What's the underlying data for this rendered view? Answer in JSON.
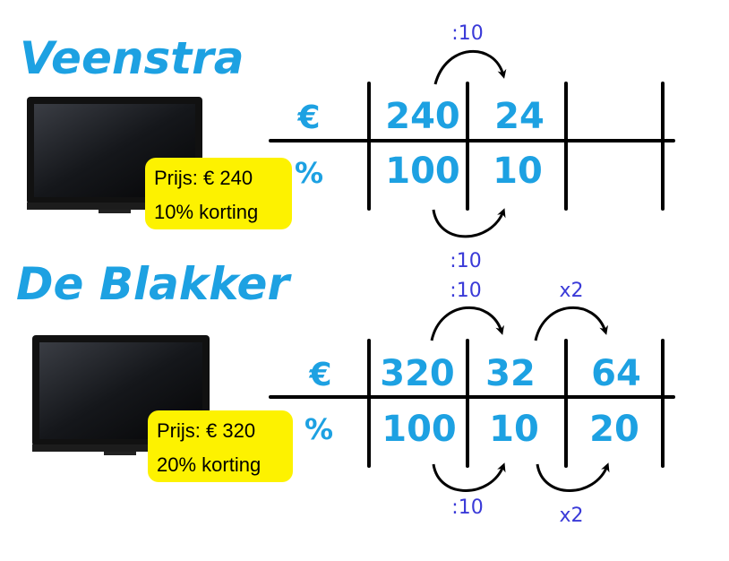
{
  "colors": {
    "blue_text": "#1da1e2",
    "operator_text": "#3a3ad8",
    "tag_bg": "#fdf200",
    "lines": "#000000"
  },
  "icons": [
    "tv-icon",
    "curved-arrow-icon"
  ],
  "stores": [
    {
      "name": "Veenstra",
      "tag": {
        "price": "Prijs: € 240",
        "discount": "10% korting"
      },
      "table": {
        "row_labels": [
          "€",
          "%"
        ],
        "euro": [
          "240",
          "24",
          ""
        ],
        "percent": [
          "100",
          "10",
          ""
        ]
      },
      "ops_top": [
        ":10"
      ],
      "ops_bottom": [
        ":10"
      ]
    },
    {
      "name": "De Blakker",
      "tag": {
        "price": "Prijs: € 320",
        "discount": "20% korting"
      },
      "table": {
        "row_labels": [
          "€",
          "%"
        ],
        "euro": [
          "320",
          "32",
          "64"
        ],
        "percent": [
          "100",
          "10",
          "20"
        ]
      },
      "ops_top": [
        ":10",
        "x2"
      ],
      "ops_bottom": [
        ":10",
        "x2"
      ]
    }
  ]
}
